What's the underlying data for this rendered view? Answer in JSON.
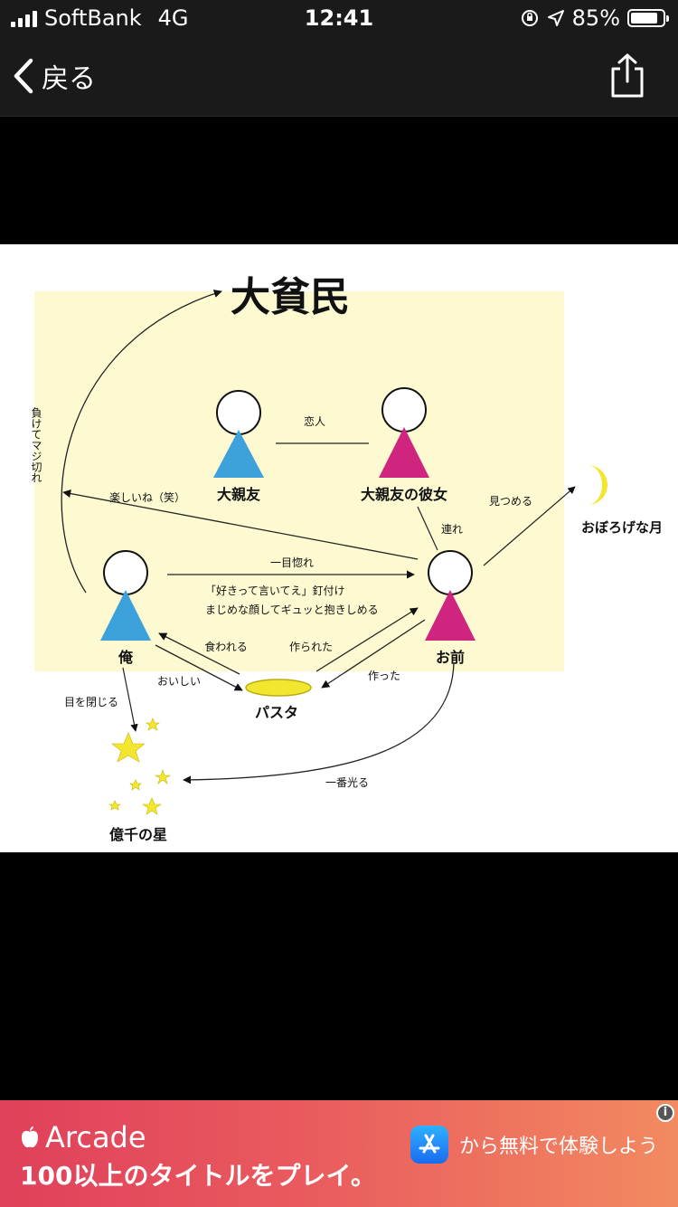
{
  "status_bar": {
    "carrier": "SoftBank",
    "network": "4G",
    "time": "12:41",
    "battery_percent": "85%",
    "battery_level": 0.85,
    "signal_icon": "signal-bars-icon",
    "location_icon": "location-arrow-icon",
    "lock_icon": "orientation-lock-icon"
  },
  "nav": {
    "back_label": "戻る",
    "back_icon": "chevron-left-icon",
    "share_icon": "share-icon"
  },
  "diagram": {
    "title": "大貧民",
    "people": {
      "best_friend": "大親友",
      "best_friend_girlfriend": "大親友の彼女",
      "me": "俺",
      "you": "お前"
    },
    "objects": {
      "pasta": "パスタ",
      "moon": "おぼろげな月",
      "stars": "億千の星"
    },
    "relations": {
      "lovers": "恋人",
      "lost_seriously": "負けてマジ切れ",
      "fun": "楽しいね（笑）",
      "stare": "見つめる",
      "brought": "連れ",
      "love_at_first_sight": "一目惚れ",
      "nailed": "「好きって言いてえ」釘付け",
      "hug": "まじめな顔してギュッと抱きしめる",
      "eaten": "食われる",
      "made_passive": "作られた",
      "delicious": "おいしい",
      "made": "作った",
      "close_eyes": "目を閉じる",
      "shine_most": "一番光る"
    },
    "colors": {
      "background": "#fdfad2",
      "blue": "#3da2dc",
      "magenta": "#d0257e",
      "yellow": "#f2e62e"
    }
  },
  "ad": {
    "brand": "Arcade",
    "headline": "100以上のタイトルをプレイ。",
    "cta": "から無料で体験しよう",
    "apple_icon": "apple-logo-icon",
    "store_icon": "app-store-icon",
    "info_icon": "info-icon",
    "info_glyph": "i"
  }
}
